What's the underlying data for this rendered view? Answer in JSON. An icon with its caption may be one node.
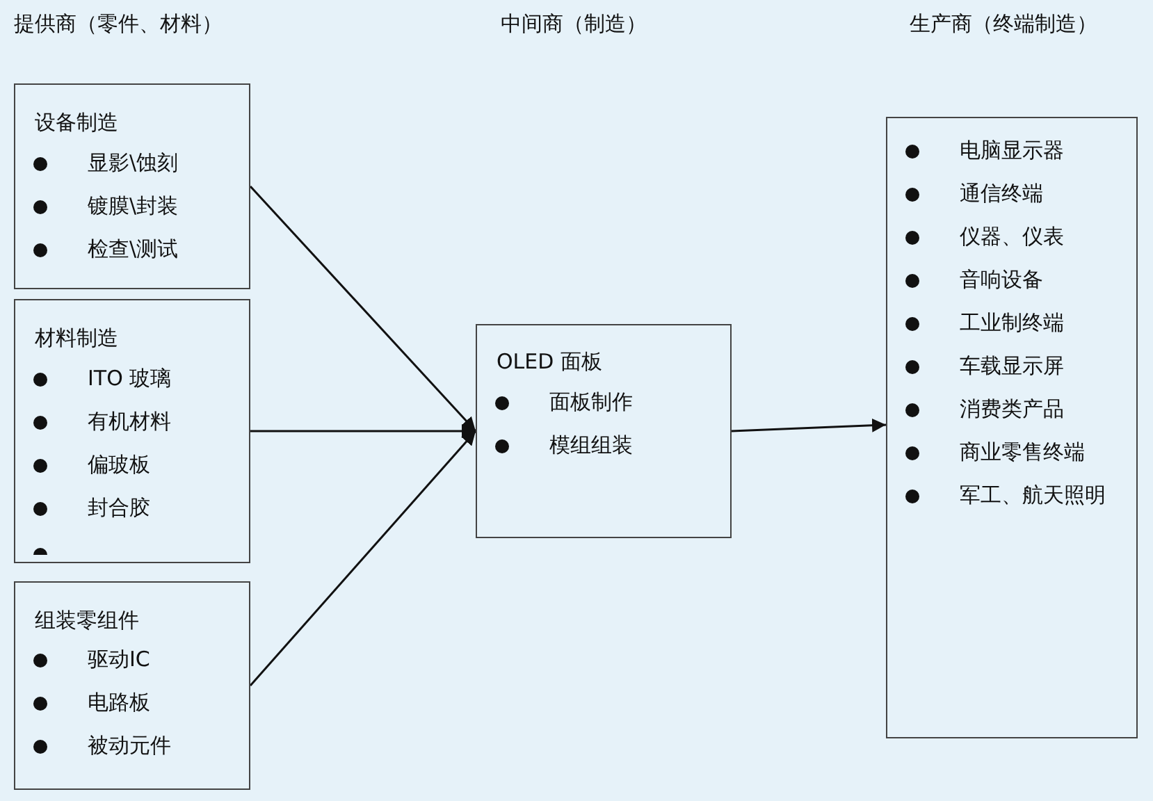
{
  "diagram": {
    "nodes": [
      {
        "text": [
          "设备制造",
          "显影\\蚀刻",
          "镀膜\\封装",
          "检查\\测试"
        ]
      },
      {
        "text": [
          "材料制造",
          "ITO 玻璃",
          "有机材料",
          "偏玻板",
          "封合胶"
        ]
      },
      {
        "text": [
          "组装零组件",
          "驱动IC",
          "电路板",
          "被动元件"
        ]
      },
      {
        "text": [
          "OLED 面板",
          "面板制作",
          "模组组装"
        ]
      },
      {
        "text": [
          "电脑显示器",
          "通信终端",
          "仪器、仪表",
          "音响设备",
          "工业制终端",
          "车载显示屏",
          "消费类产品",
          "商业零售终端",
          "军工、航天照明"
        ]
      }
    ],
    "edges": [
      {
        "from": 0,
        "to": 3,
        "arrow": "to"
      },
      {
        "from": 1,
        "to": 3,
        "arrow": "to"
      },
      {
        "from": 2,
        "to": 3,
        "arrow": "to"
      },
      {
        "from": 3,
        "to": 4,
        "arrow": "to"
      }
    ],
    "labels": [
      "提供商（零件、材料）",
      "中间商（制造）",
      "生产商（终端制造）"
    ]
  }
}
